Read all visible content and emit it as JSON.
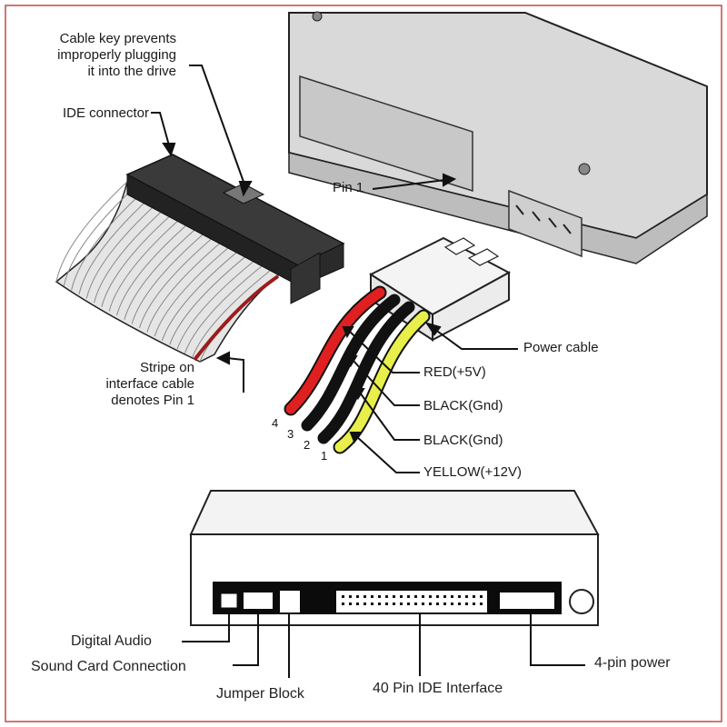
{
  "labels": {
    "cable_key": [
      "Cable key prevents",
      "improperly plugging",
      "it into the drive"
    ],
    "ide_connector": "IDE connector",
    "pin1": "Pin 1",
    "stripe": [
      "Stripe on",
      "interface cable",
      "denotes Pin 1"
    ],
    "power_cable": "Power cable",
    "red": "RED(+5V)",
    "black1": "BLACK(Gnd)",
    "black2": "BLACK(Gnd)",
    "yellow": "YELLOW(+12V)",
    "pin_numbers": [
      "4",
      "3",
      "2",
      "1"
    ],
    "digital_audio": "Digital Audio",
    "sound_card": "Sound Card Connection",
    "jumper_block": "Jumper Block",
    "ide40": "40 Pin IDE Interface",
    "four_pin": "4-pin power"
  },
  "colors": {
    "border": "#c24a4a",
    "wire_red": "#e02020",
    "wire_black": "#111111",
    "wire_yellow": "#e8ef4a",
    "stripe": "#9b1c1c"
  }
}
